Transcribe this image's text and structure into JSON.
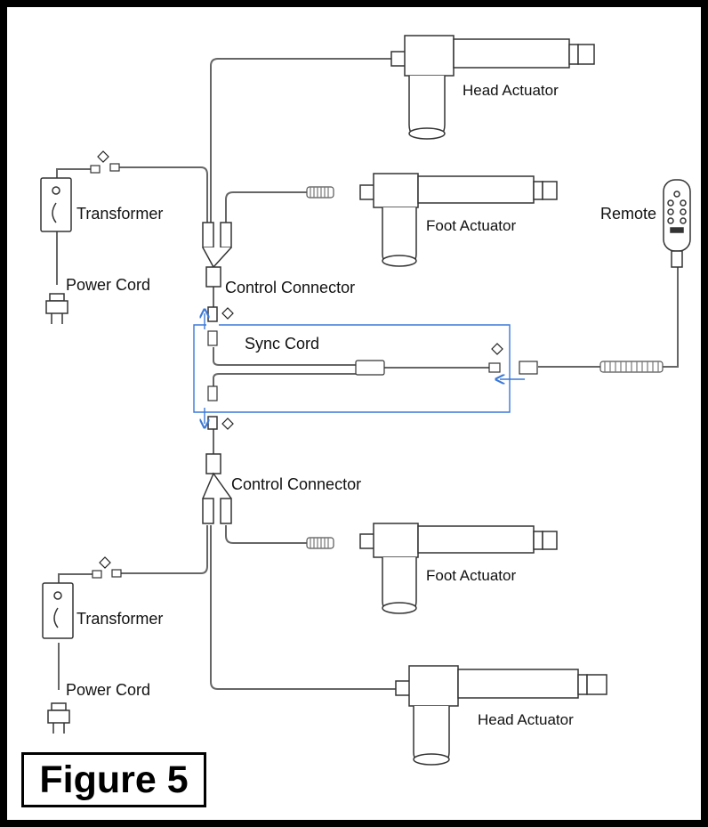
{
  "labels": {
    "head_actuator_top": "Head Actuator",
    "foot_actuator_top": "Foot Actuator",
    "transformer_top": "Transformer",
    "power_cord_top": "Power Cord",
    "control_connector_top": "Control Connector",
    "remote": "Remote",
    "sync_cord": "Sync Cord",
    "control_connector_bottom": "Control Connector",
    "foot_actuator_bottom": "Foot Actuator",
    "transformer_bottom": "Transformer",
    "power_cord_bottom": "Power Cord",
    "head_actuator_bottom": "Head Actuator"
  },
  "figure_caption": "Figure 5",
  "colors": {
    "frame": "#000000",
    "wire": "#666666",
    "part_outline": "#333333",
    "part_fill": "#ffffff",
    "highlight": "#3a78d8"
  }
}
